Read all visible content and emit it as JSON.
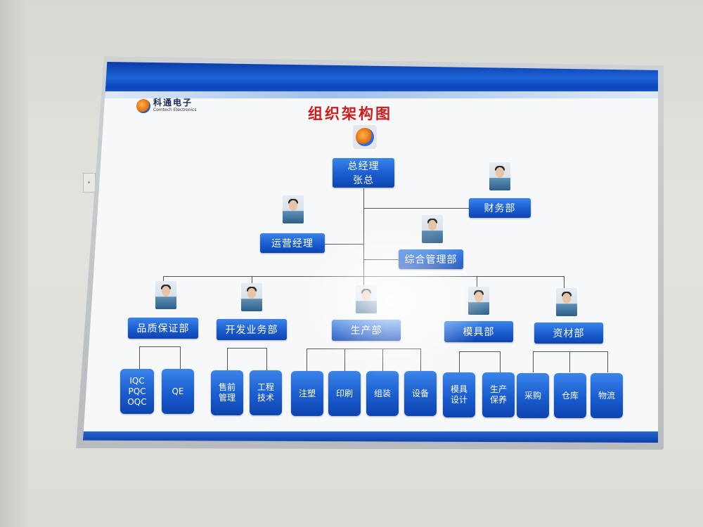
{
  "company": {
    "name_cn": "科通电子",
    "name_en": "Comtech Electronics"
  },
  "title": "组织架构图",
  "gm": {
    "line1": "总经理",
    "line2": "张总"
  },
  "finance": {
    "label": "财务部"
  },
  "ops_manager": {
    "label": "运营经理"
  },
  "admin": {
    "label": "综合管理部"
  },
  "departments": {
    "quality": {
      "label": "品质保证部",
      "subs": [
        [
          "IQC",
          "PQC",
          "OQC"
        ],
        [
          "QE"
        ]
      ]
    },
    "devbiz": {
      "label": "开发业务部",
      "subs": [
        [
          "售前",
          "管理"
        ],
        [
          "工程",
          "技术"
        ]
      ]
    },
    "production": {
      "label": "生产部",
      "subs": [
        [
          "注塑"
        ],
        [
          "印刷"
        ],
        [
          "组装"
        ],
        [
          "设备"
        ]
      ]
    },
    "mold": {
      "label": "模具部",
      "subs": [
        [
          "模具",
          "设计"
        ],
        [
          "生产",
          "保养"
        ]
      ]
    },
    "materials": {
      "label": "资材部",
      "subs": [
        [
          "采购"
        ],
        [
          "仓库"
        ],
        [
          "物流"
        ]
      ]
    }
  },
  "colors": {
    "box_blue": "#1a5ccf",
    "title_red": "#d11a1a",
    "band_blue": "#0b46b8"
  }
}
